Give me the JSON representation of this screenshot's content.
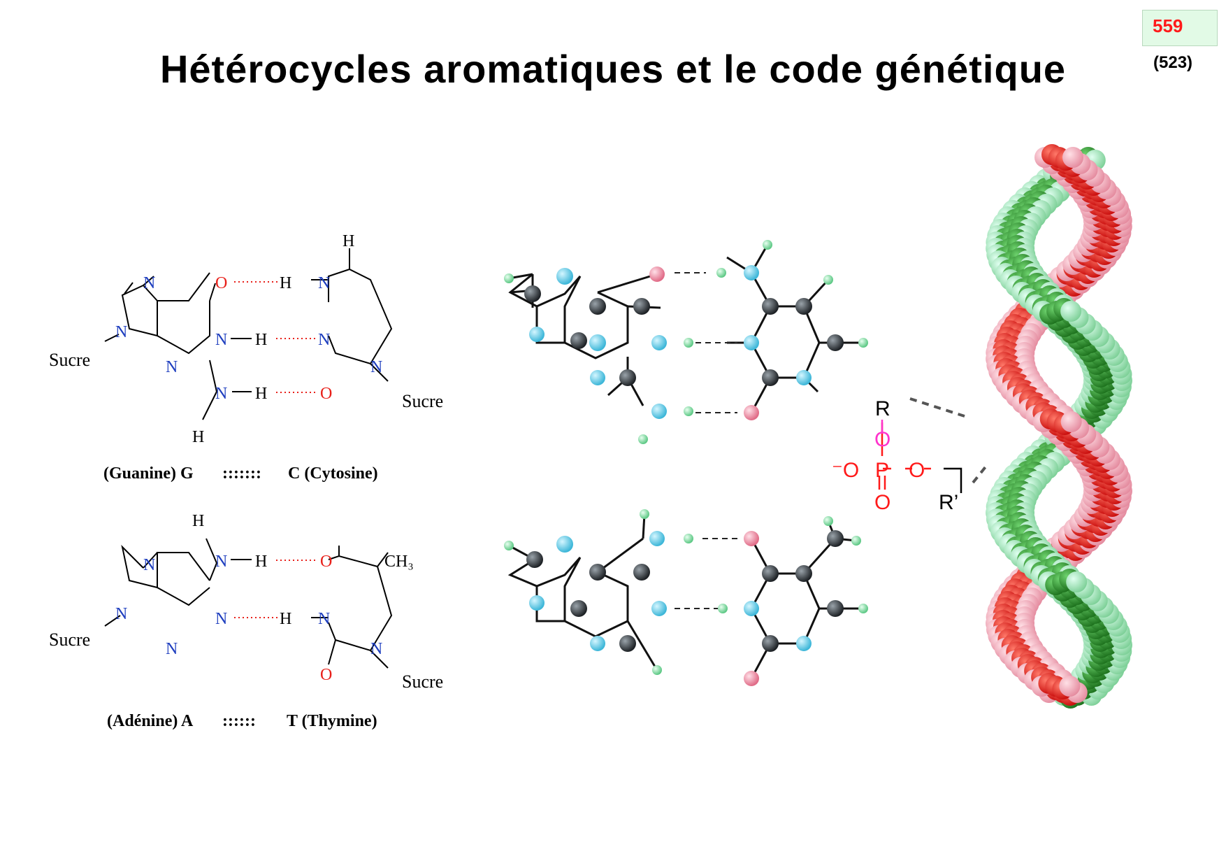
{
  "header": {
    "title": "Hétérocycles aromatiques et le code génétique",
    "page_number": "559",
    "page_number_alt": "(523)"
  },
  "gc_pair": {
    "caption_left": "(Guanine) G",
    "caption_dots": ":::::::",
    "caption_right": "C (Cytosine)",
    "atoms": {
      "o_top": "O",
      "h_top": "H",
      "n_top": "N",
      "h_topmost": "H",
      "n_guan_1": "N",
      "h_mid": "H",
      "n_cyt_3": "N",
      "n_guan_2": "N",
      "h_bot": "H",
      "o_bot": "O",
      "h_bottom": "H",
      "n7": "N",
      "n9": "N",
      "n3": "N",
      "n1_cyt": "N"
    },
    "sugar_left": "Sucre",
    "sugar_right": "Sucre"
  },
  "at_pair": {
    "caption_left": "(Adénine) A",
    "caption_dots": "::::::",
    "caption_right": "T (Thymine)",
    "atoms": {
      "h_top": "H",
      "n_amino": "N",
      "h_amino": "H",
      "o_top": "O",
      "methyl": "CH₃",
      "n1_ade": "N",
      "h_mid": "H",
      "n3_thy": "N",
      "n7": "N",
      "n9": "N",
      "n3": "N",
      "n1_thy": "N",
      "o_bot": "O"
    },
    "sugar_left": "Sucre",
    "sugar_right": "Sucre"
  },
  "phosphate": {
    "r_top": "R",
    "o_link": "O",
    "o_neg": "⁻O",
    "p": "P",
    "o_right": "O",
    "o_double": "O",
    "r_prime": "R’"
  },
  "colors": {
    "title": "#000000",
    "page_number": "#ff1a1a",
    "page_box_bg": "#e2fae6",
    "nitrogen": "#1f3fbf",
    "oxygen": "#e8201a",
    "hbond": "#e8201a",
    "phosphate": "#ff1a1a",
    "phosphate_link_o": "#ff33cc",
    "atom_carbon": "#2b2f33",
    "atom_nitrogen": "#66d4ee",
    "atom_oxygen": "#f08aa0",
    "atom_hydrogen": "#8fe0a8",
    "helix_red": "#e01818",
    "helix_pink": "#f2a0b0",
    "helix_green": "#2e9a2e",
    "helix_lightgreen": "#9ae6b0"
  }
}
